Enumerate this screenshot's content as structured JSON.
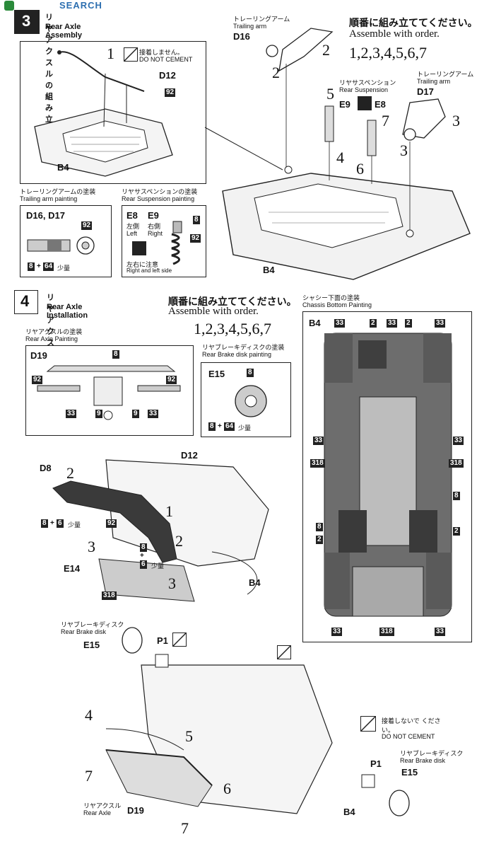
{
  "watermark": "SEARCH",
  "step3": {
    "number": "3",
    "title_jp": "リヤアクスルの組み立て",
    "title_en": "Rear Axle Assembly",
    "inset_labels": {
      "part1": "1",
      "d12": "D12",
      "b4": "B4",
      "chip92": "92"
    },
    "cement_jp": "接着しません。",
    "cement_en": "DO NOT CEMENT",
    "trailing_arm_jp": "トレーリングアーム",
    "trailing_arm_en": "Trailing arm",
    "d16": "D16",
    "d17": "D17",
    "order_jp": "順番に組み立ててください。",
    "order_en": "Assemble with order.",
    "order_seq": "1,2,3,4,5,6,7",
    "susp_jp": "リヤサスペンション",
    "susp_en": "Rear Suspension",
    "e9": "E9",
    "e8": "E8",
    "steps": [
      "2",
      "2",
      "5",
      "7",
      "3",
      "3",
      "4",
      "6"
    ],
    "b4": "B4",
    "paint_arm_jp": "トレーリングアームの塗装",
    "paint_arm_en": "Trailing arm painting",
    "paint_arm_parts": "D16, D17",
    "paint_arm_chip": "92",
    "paint_arm_mix_a": "8",
    "paint_arm_mix_b": "64",
    "paint_arm_small": "少量",
    "paint_susp_jp": "リヤサスペンションの塗装",
    "paint_susp_en": "Rear Suspension painting",
    "left_jp": "左側",
    "left_en": "Left",
    "right_jp": "右側",
    "right_en": "Right",
    "note_jp": "左右に注意",
    "note_en": "Right and left side",
    "chip8": "8",
    "chip92": "92"
  },
  "step4": {
    "number": "4",
    "title_jp": "リヤアクスルの取り付け",
    "title_en": "Rear Axle Installation",
    "order_jp": "順番に組み立ててください。",
    "order_en": "Assemble with order.",
    "order_seq": "1,2,3,4,5,6,7",
    "axle_paint_jp": "リヤアクスルの塗装",
    "axle_paint_en": "Rear Axle Painting",
    "d19": "D19",
    "axle_chips": [
      "8",
      "92",
      "92",
      "33",
      "33",
      "9",
      "9"
    ],
    "brake_paint_jp": "リヤブレーキディスクの塗装",
    "brake_paint_en": "Rear Brake disk painting",
    "e15": "E15",
    "brake_chip8": "8",
    "brake_mix_a": "8",
    "brake_mix_b": "64",
    "brake_small": "少量",
    "chassis_jp": "シャシー下面の塗装",
    "chassis_en": "Chassis Bottom Painting",
    "chassis_b4": "B4",
    "chassis_chips_left": [
      "33",
      "33",
      "318",
      "8",
      "2",
      "33"
    ],
    "chassis_chips_right": [
      "33",
      "33",
      "318",
      "8",
      "2",
      "33"
    ],
    "chassis_chips_top": [
      "2",
      "33",
      "2"
    ],
    "chassis_chip_bottom": "318",
    "assembly": {
      "d8": "D8",
      "d12": "D12",
      "mix1a": "8",
      "mix1b": "6",
      "small1": "少量",
      "chip92": "92",
      "mix2a": "8",
      "mix2b": "6",
      "small2": "少量",
      "e14": "E14",
      "chip318": "318",
      "b4": "B4",
      "n1": "1",
      "n2a": "2",
      "n2b": "2",
      "n3a": "3",
      "n3b": "3"
    },
    "lower": {
      "brake_jp": "リヤブレーキディスク",
      "brake_en": "Rear Brake disk",
      "e15": "E15",
      "p1": "P1",
      "n4": "4",
      "n5": "5",
      "n7a": "7",
      "n6": "6",
      "n7b": "7",
      "axle_jp": "リヤアクスル",
      "axle_en": "Rear Axle",
      "d19": "D19",
      "b4": "B4",
      "cement_jp": "接着しないで ください。",
      "cement_en": "DO NOT CEMENT",
      "brake2_jp": "リヤブレーキディスク",
      "brake2_en": "Rear Brake disk",
      "e15b": "E15",
      "p1b": "P1"
    }
  }
}
